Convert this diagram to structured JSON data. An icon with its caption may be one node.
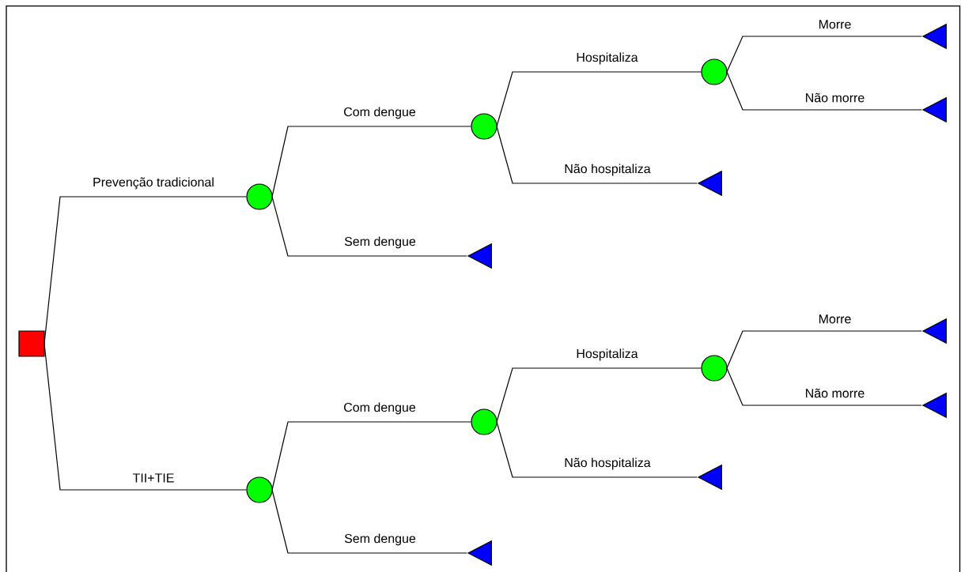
{
  "diagram": {
    "nodes": [
      {
        "text": [],
        "shape": "box"
      },
      {
        "text": [],
        "shape": "circle"
      },
      {
        "text": [],
        "shape": "circle"
      },
      {
        "text": [],
        "shape": "circle"
      },
      {
        "text": [],
        "shape": "triangle"
      },
      {
        "text": [],
        "shape": "triangle"
      },
      {
        "text": [],
        "shape": "triangle"
      },
      {
        "text": [],
        "shape": "triangle"
      },
      {
        "text": [],
        "shape": "circle"
      },
      {
        "text": [],
        "shape": "circle"
      },
      {
        "text": [],
        "shape": "circle"
      },
      {
        "text": [],
        "shape": "triangle"
      },
      {
        "text": [],
        "shape": "triangle"
      },
      {
        "text": [],
        "shape": "triangle"
      },
      {
        "text": [],
        "shape": "triangle"
      }
    ],
    "edges": [
      {
        "from": 0,
        "to": 1,
        "arrow": "none",
        "label": "Prevenção tradicional"
      },
      {
        "from": 1,
        "to": 2,
        "arrow": "none",
        "label": "Com dengue"
      },
      {
        "from": 2,
        "to": 3,
        "arrow": "none",
        "label": "Hospitaliza"
      },
      {
        "from": 3,
        "to": 4,
        "arrow": "none",
        "label": "Morre"
      },
      {
        "from": 3,
        "to": 5,
        "arrow": "none",
        "label": "Não morre"
      },
      {
        "from": 2,
        "to": 6,
        "arrow": "none",
        "label": "Não hospitaliza"
      },
      {
        "from": 1,
        "to": 7,
        "arrow": "none",
        "label": "Sem dengue"
      },
      {
        "from": 0,
        "to": 8,
        "arrow": "none",
        "label": "TII+TIE"
      },
      {
        "from": 8,
        "to": 9,
        "arrow": "none",
        "label": "Com dengue"
      },
      {
        "from": 9,
        "to": 10,
        "arrow": "none",
        "label": "Hospitaliza"
      },
      {
        "from": 10,
        "to": 11,
        "arrow": "none",
        "label": "Morre"
      },
      {
        "from": 10,
        "to": 12,
        "arrow": "none",
        "label": "Não morre"
      },
      {
        "from": 9,
        "to": 13,
        "arrow": "none",
        "label": "Não hospitaliza"
      },
      {
        "from": 8,
        "to": 14,
        "arrow": "none",
        "label": "Sem dengue"
      }
    ]
  }
}
